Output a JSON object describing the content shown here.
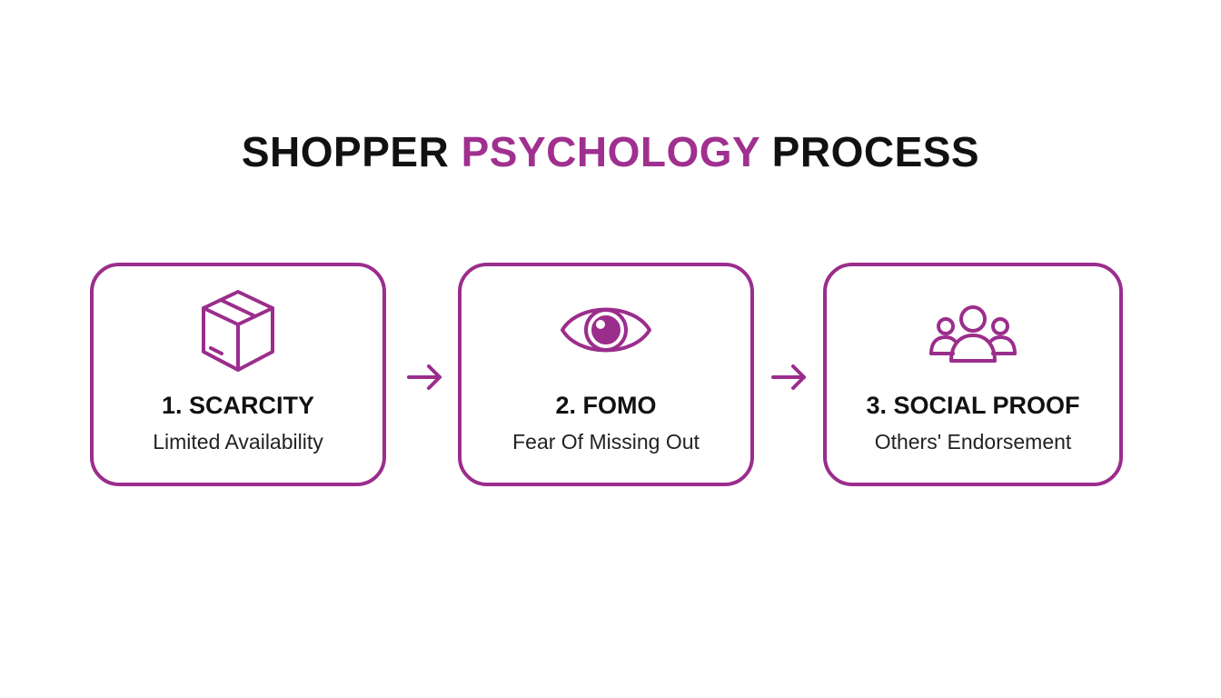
{
  "title": {
    "part1": "SHOPPER ",
    "part2": "PSYCHOLOGY",
    "part3": " PROCESS"
  },
  "colors": {
    "accent": "#9b2d8c",
    "text": "#111111"
  },
  "steps": [
    {
      "title": "1. SCARCITY",
      "subtitle": "Limited Availability",
      "icon": "box-icon"
    },
    {
      "title": "2. FOMO",
      "subtitle": "Fear Of Missing Out",
      "icon": "eye-icon"
    },
    {
      "title": "3. SOCIAL PROOF",
      "subtitle": "Others' Endorsement",
      "icon": "group-icon"
    }
  ]
}
